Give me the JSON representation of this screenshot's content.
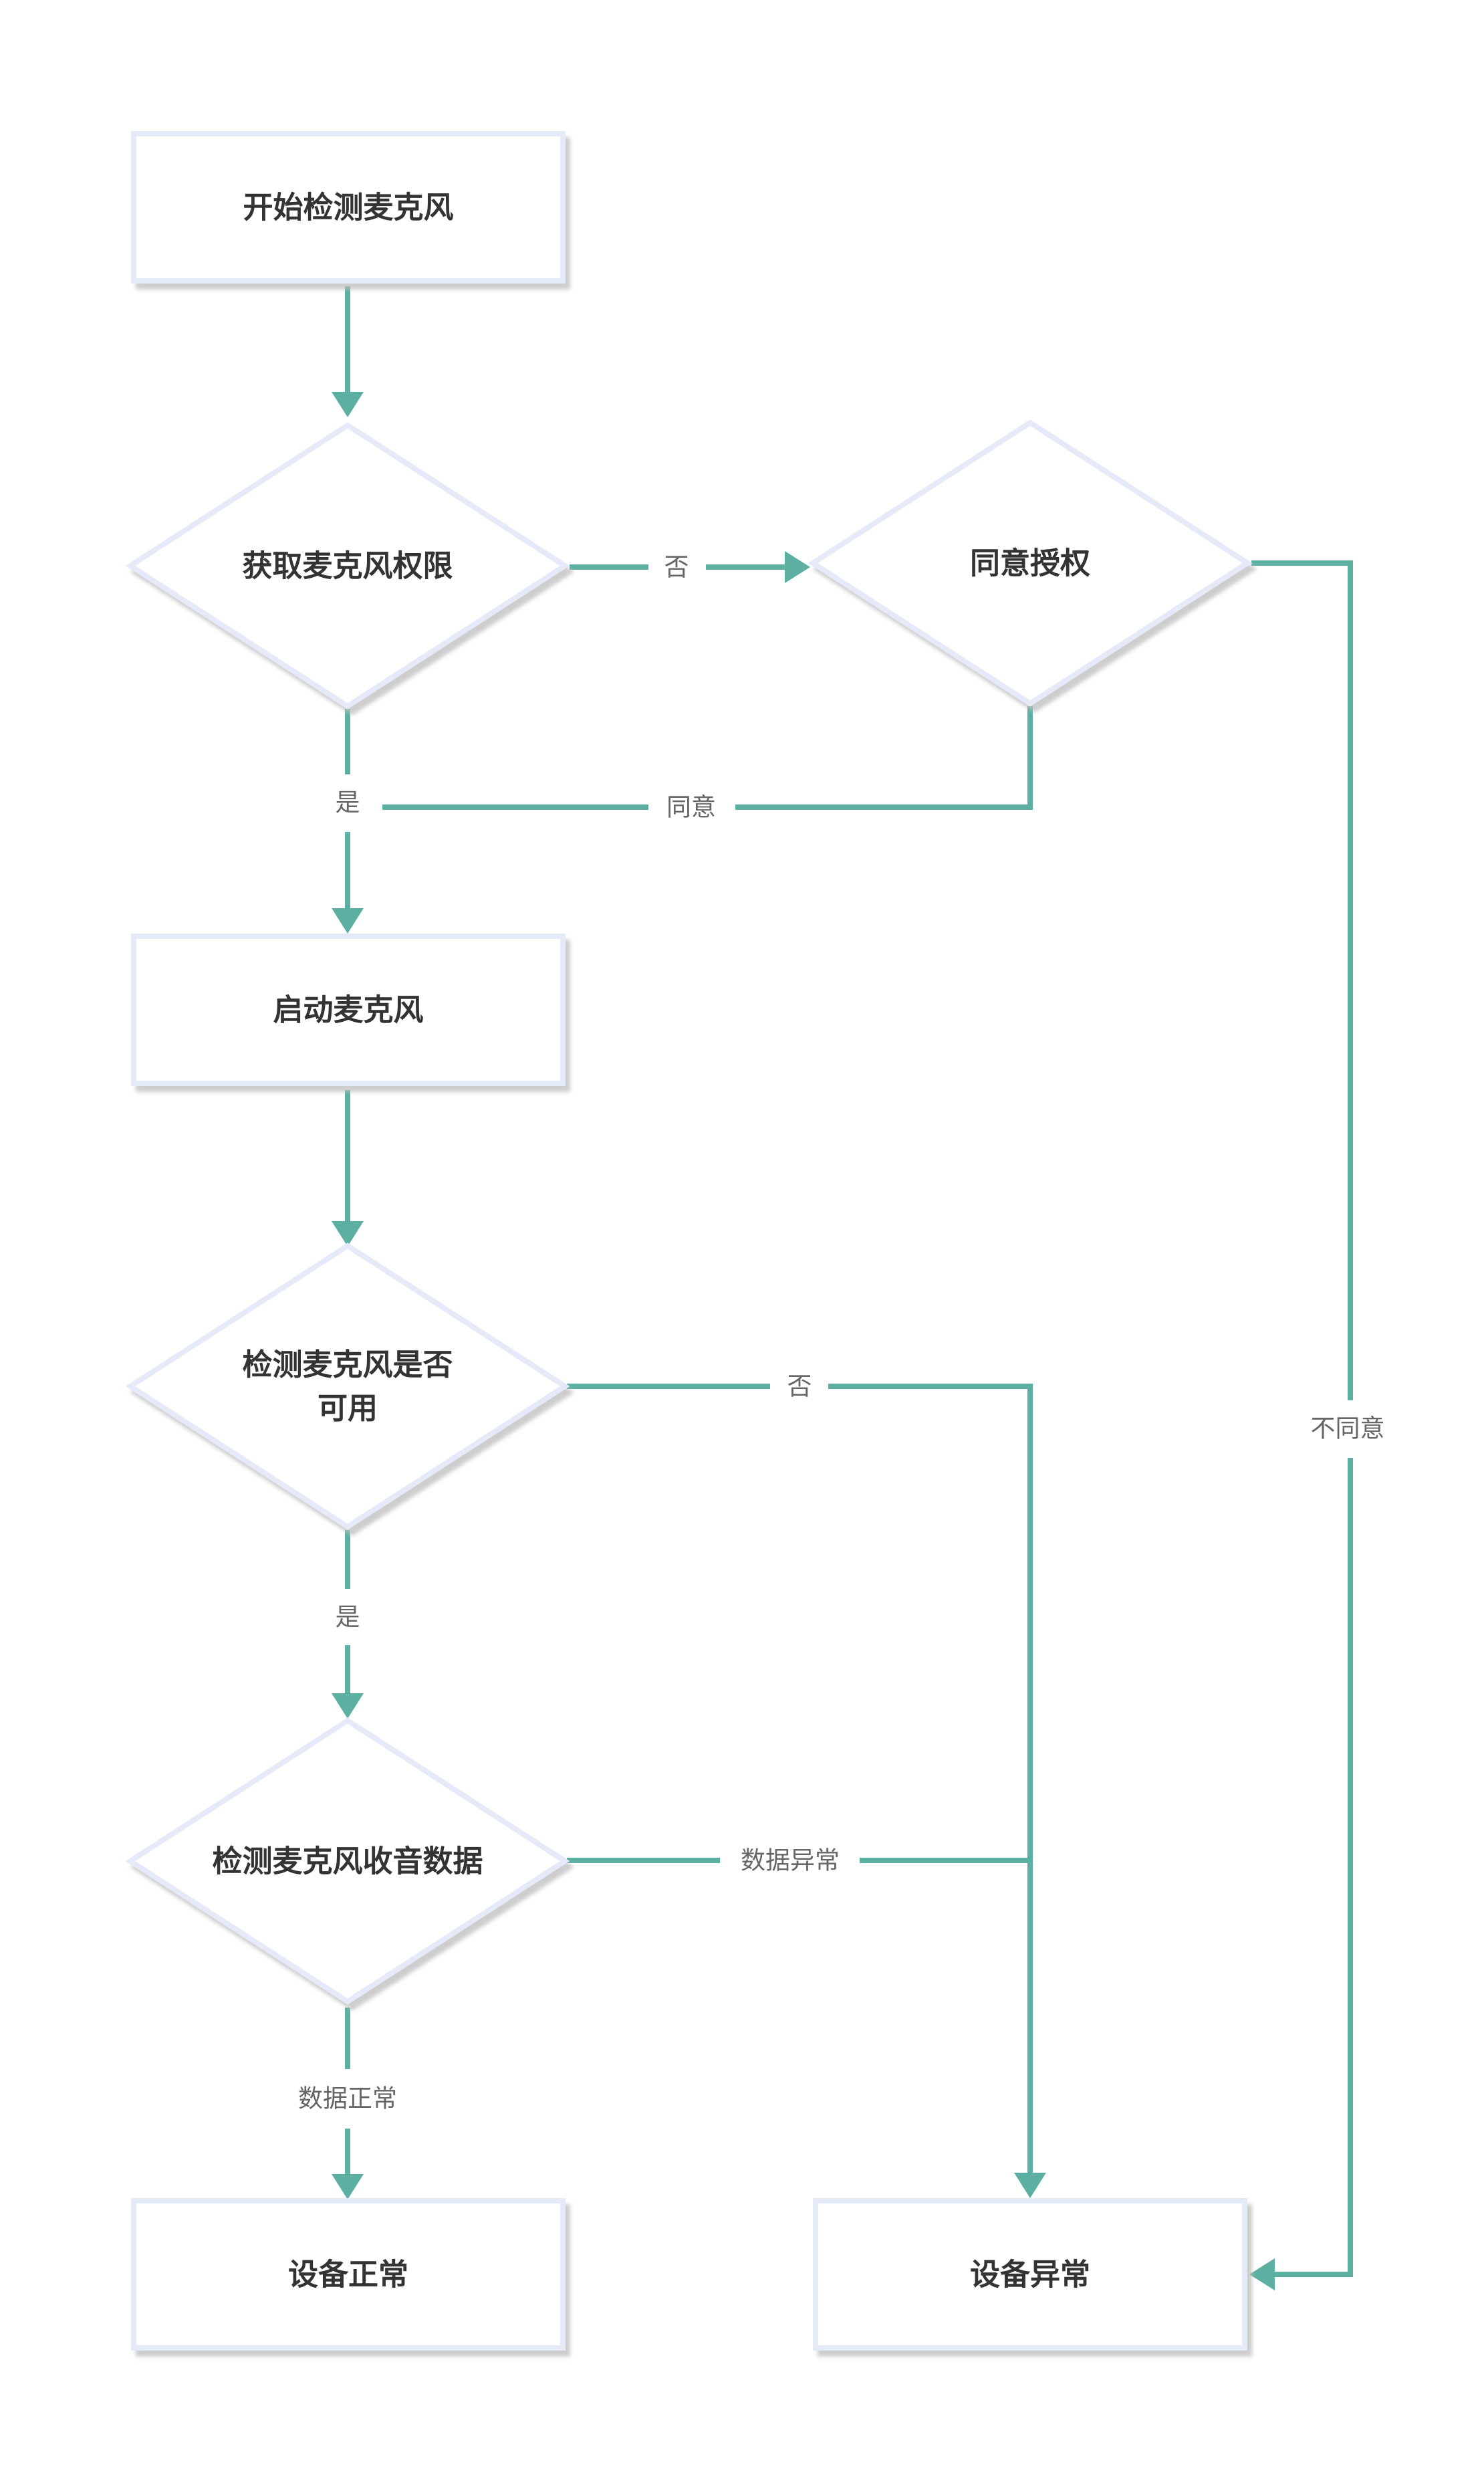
{
  "diagram": {
    "type": "flowchart",
    "colors": {
      "node_border": "#E4EAF8",
      "node_fill": "#FFFFFF",
      "node_shadow": "#D4D4D4",
      "edge": "#5BB0A2",
      "node_text": "#333333",
      "edge_label": "#666666"
    },
    "nodes": [
      {
        "id": "start",
        "shape": "rect",
        "lines": [
          "开始检测麦克风"
        ]
      },
      {
        "id": "get_perm",
        "shape": "diamond",
        "lines": [
          "获取麦克风权限"
        ]
      },
      {
        "id": "consent",
        "shape": "diamond",
        "lines": [
          "同意授权"
        ]
      },
      {
        "id": "start_mic",
        "shape": "rect",
        "lines": [
          "启动麦克风"
        ]
      },
      {
        "id": "check_avail",
        "shape": "diamond",
        "lines": [
          "检测麦克风是否",
          "可用"
        ]
      },
      {
        "id": "check_data",
        "shape": "diamond",
        "lines": [
          "检测麦克风收音数据"
        ]
      },
      {
        "id": "ok",
        "shape": "rect",
        "lines": [
          "设备正常"
        ]
      },
      {
        "id": "error",
        "shape": "rect",
        "lines": [
          "设备异常"
        ]
      }
    ],
    "edges": [
      {
        "id": "e_start_perm",
        "from": "start",
        "to": "get_perm",
        "label": ""
      },
      {
        "id": "e_perm_no",
        "from": "get_perm",
        "to": "consent",
        "label": "否"
      },
      {
        "id": "e_perm_yes",
        "from": "get_perm",
        "to": "start_mic",
        "label": "是"
      },
      {
        "id": "e_consent_yes",
        "from": "consent",
        "to": "start_mic",
        "label": "同意"
      },
      {
        "id": "e_consent_no",
        "from": "consent",
        "to": "error",
        "label": "不同意"
      },
      {
        "id": "e_start_check",
        "from": "start_mic",
        "to": "check_avail",
        "label": ""
      },
      {
        "id": "e_avail_no",
        "from": "check_avail",
        "to": "error",
        "label": "否"
      },
      {
        "id": "e_avail_yes",
        "from": "check_avail",
        "to": "check_data",
        "label": "是"
      },
      {
        "id": "e_data_bad",
        "from": "check_data",
        "to": "error",
        "label": "数据异常"
      },
      {
        "id": "e_data_ok",
        "from": "check_data",
        "to": "ok",
        "label": "数据正常"
      }
    ]
  }
}
